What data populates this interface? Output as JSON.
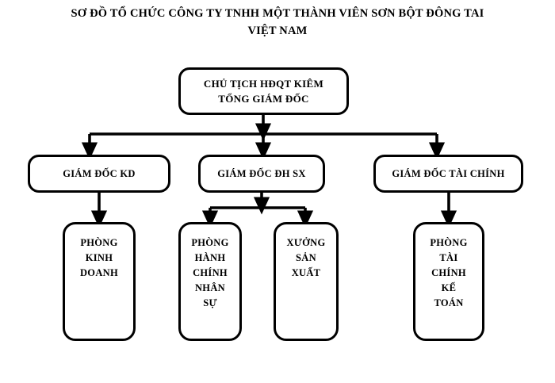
{
  "title": {
    "line1": "SƠ ĐỒ TỔ CHỨC CÔNG TY TNHH MỘT THÀNH VIÊN SƠN BỘT ĐÔNG TAI",
    "line2": "VIỆT NAM"
  },
  "colors": {
    "box_border": "#000000",
    "box_fill": "#ffffff",
    "connector": "#000000",
    "text": "#000000",
    "background": "#ffffff"
  },
  "chart_data": {
    "type": "diagram",
    "diagram_kind": "organization-chart",
    "orientation": "top-down",
    "title": "SƠ ĐỒ TỔ CHỨC CÔNG TY TNHH MỘT THÀNH VIÊN SƠN BỘT ĐÔNG TAI VIỆT NAM",
    "levels": 3,
    "nodes": [
      {
        "id": "n0",
        "level": 1,
        "label": "CHỦ TỊCH HĐQT KIÊM\nTỔNG GIÁM ĐỐC",
        "parent": null
      },
      {
        "id": "n1",
        "level": 2,
        "label": "GIÁM ĐỐC KD",
        "parent": "n0"
      },
      {
        "id": "n2",
        "level": 2,
        "label": "GIÁM ĐỐC ĐH SX",
        "parent": "n0"
      },
      {
        "id": "n3",
        "level": 2,
        "label": "GIÁM ĐỐC TÀI CHÍNH",
        "parent": "n0"
      },
      {
        "id": "n4",
        "level": 3,
        "label": "PHÒNG\nKINH\nDOANH",
        "parent": "n1"
      },
      {
        "id": "n5",
        "level": 3,
        "label": "PHÒNG\nHÀNH\nCHÍNH\nNHÂN\nSỰ",
        "parent": "n2"
      },
      {
        "id": "n6",
        "level": 3,
        "label": "XƯỞNG\nSẢN\nXUẤT",
        "parent": "n2"
      },
      {
        "id": "n7",
        "level": 3,
        "label": "PHÒNG\nTÀI\nCHÍNH\nKẾ\nTOÁN",
        "parent": "n3"
      }
    ],
    "edges": [
      {
        "from": "n0",
        "to": "n1",
        "style": "elbow-arrow"
      },
      {
        "from": "n0",
        "to": "n2",
        "style": "straight-arrow"
      },
      {
        "from": "n0",
        "to": "n3",
        "style": "elbow-arrow"
      },
      {
        "from": "n1",
        "to": "n4",
        "style": "straight-arrow"
      },
      {
        "from": "n2",
        "to": "n5",
        "style": "elbow-arrow"
      },
      {
        "from": "n2",
        "to": "n6",
        "style": "elbow-arrow"
      },
      {
        "from": "n3",
        "to": "n7",
        "style": "straight-arrow"
      }
    ]
  },
  "nodes": {
    "chairman": {
      "label": "CHỦ TỊCH HĐQT KIÊM\nTỔNG GIÁM ĐỐC"
    },
    "director_kd": {
      "label": "GIÁM ĐỐC KD"
    },
    "director_dhsx": {
      "label": "GIÁM ĐỐC ĐH SX"
    },
    "director_finance": {
      "label": "GIÁM ĐỐC TÀI CHÍNH"
    },
    "dept_business": {
      "label": "PHÒNG\nKINH\nDOANH"
    },
    "dept_hr": {
      "label": "PHÒNG\nHÀNH\nCHÍNH\nNHÂN\nSỰ"
    },
    "dept_production": {
      "label": "XƯỞNG\nSẢN\nXUẤT"
    },
    "dept_accounting": {
      "label": "PHÒNG\nTÀI\nCHÍNH\nKẾ\nTOÁN"
    }
  }
}
